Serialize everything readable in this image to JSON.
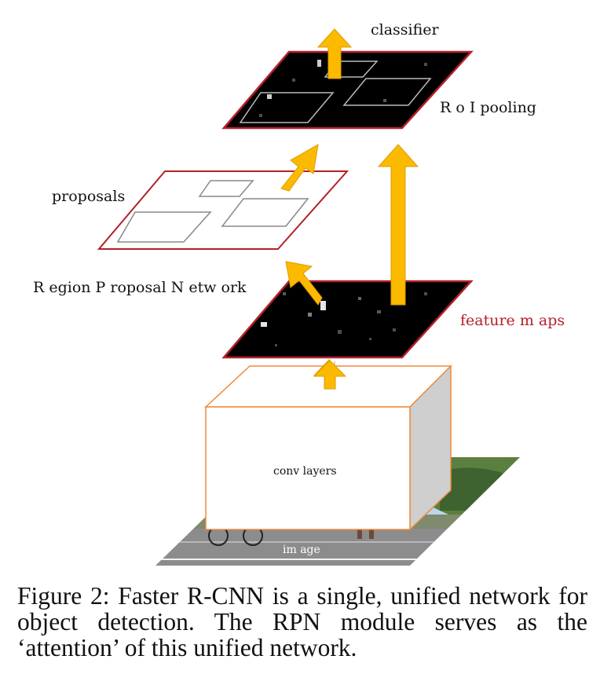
{
  "diagram": {
    "labels": {
      "classifier": "classifier",
      "roi_pooling": "R o I pooling",
      "proposals": "proposals",
      "rpn": "R egion  P roposal N etw ork",
      "feature_maps": "feature m aps",
      "conv_layers": "conv  layers",
      "image": "im age"
    },
    "colors": {
      "arrow": "#fbb900",
      "arrow_edge": "#e09a00",
      "map_border": "#b5202a",
      "map_fill": "#000000",
      "conv_border": "#ef8a3c",
      "conv_side": "#cfcfcf",
      "feature_maps_text": "#b5202a"
    }
  },
  "caption": "Figure 2: Faster R-CNN is a single, unified network for object detection. The RPN module serves as the ‘attention’ of this unified network."
}
